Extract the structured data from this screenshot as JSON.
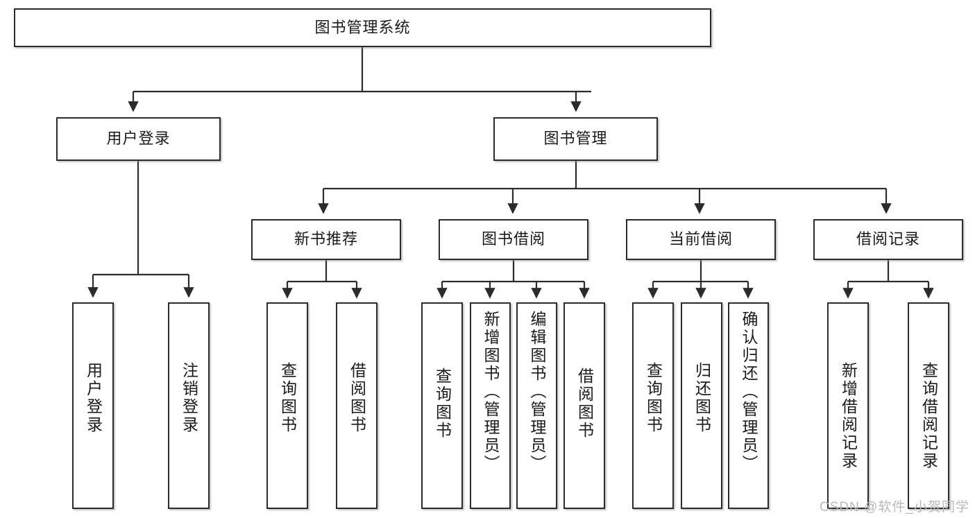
{
  "chart_data": {
    "type": "diagram",
    "diagram_kind": "hierarchy-tree",
    "title": "图书管理系统",
    "watermark": "CSDN @软件_小贺同学",
    "colors": {
      "node_border": "#2b2b2b",
      "node_fill": "#ffffff",
      "connector": "#2b2b2b",
      "text": "#1a1a1a",
      "watermark": "#b9b9b9",
      "background": "#ffffff"
    },
    "levels": [
      {
        "level": 1,
        "labels": [
          "图书管理系统"
        ]
      },
      {
        "level": 2,
        "labels": [
          "用户登录",
          "图书管理"
        ]
      },
      {
        "level": 3,
        "labels": [
          "新书推荐",
          "图书借阅",
          "当前借阅",
          "借阅记录"
        ]
      },
      {
        "level": 4,
        "labels": [
          "用户登录",
          "注销登录",
          "查询图书",
          "借阅图书",
          "查询图书",
          "新增图书（管理员）",
          "编辑图书（管理员）",
          "借阅图书",
          "查询图书",
          "归还图书",
          "确认归还（管理员）",
          "新增借阅记录",
          "查询借阅记录"
        ]
      }
    ],
    "edges": [
      {
        "from": "图书管理系统",
        "to": "用户登录"
      },
      {
        "from": "图书管理系统",
        "to": "图书管理"
      },
      {
        "from": "用户登录",
        "to": "用户登录(叶)"
      },
      {
        "from": "用户登录",
        "to": "注销登录"
      },
      {
        "from": "图书管理",
        "to": "新书推荐"
      },
      {
        "from": "图书管理",
        "to": "图书借阅"
      },
      {
        "from": "图书管理",
        "to": "当前借阅"
      },
      {
        "from": "图书管理",
        "to": "借阅记录"
      },
      {
        "from": "新书推荐",
        "to": "查询图书"
      },
      {
        "from": "新书推荐",
        "to": "借阅图书"
      },
      {
        "from": "图书借阅",
        "to": "查询图书"
      },
      {
        "from": "图书借阅",
        "to": "新增图书（管理员）"
      },
      {
        "from": "图书借阅",
        "to": "编辑图书（管理员）"
      },
      {
        "from": "图书借阅",
        "to": "借阅图书"
      },
      {
        "from": "当前借阅",
        "to": "查询图书"
      },
      {
        "from": "当前借阅",
        "to": "归还图书"
      },
      {
        "from": "当前借阅",
        "to": "确认归还（管理员）"
      },
      {
        "from": "借阅记录",
        "to": "新增借阅记录"
      },
      {
        "from": "借阅记录",
        "to": "查询借阅记录"
      }
    ]
  },
  "root": {
    "label": "图书管理系统"
  },
  "level2": {
    "user_login": {
      "label": "用户登录"
    },
    "book_manage": {
      "label": "图书管理"
    }
  },
  "level3": {
    "new_book_recommend": {
      "label": "新书推荐"
    },
    "book_borrow": {
      "label": "图书借阅"
    },
    "current_borrow": {
      "label": "当前借阅"
    },
    "borrow_record": {
      "label": "借阅记录"
    }
  },
  "leaves": {
    "user_login_leaf": {
      "label": "用户登录"
    },
    "logout_leaf": {
      "label": "注销登录"
    },
    "recommend_query_book": {
      "label": "查询图书"
    },
    "recommend_borrow_book": {
      "label": "借阅图书"
    },
    "borrow_query_book": {
      "label": "查询图书"
    },
    "borrow_add_book_admin": {
      "label": "新增图书（管理员）"
    },
    "borrow_edit_book_admin": {
      "label": "编辑图书（管理员）"
    },
    "borrow_borrow_book": {
      "label": "借阅图书"
    },
    "current_query_book": {
      "label": "查询图书"
    },
    "current_return_book": {
      "label": "归还图书"
    },
    "current_confirm_return_admin": {
      "label": "确认归还（管理员）"
    },
    "record_add_borrow": {
      "label": "新增借阅记录"
    },
    "record_query_borrow": {
      "label": "查询借阅记录"
    }
  },
  "watermark": {
    "text": "CSDN @软件_小贺同学"
  }
}
